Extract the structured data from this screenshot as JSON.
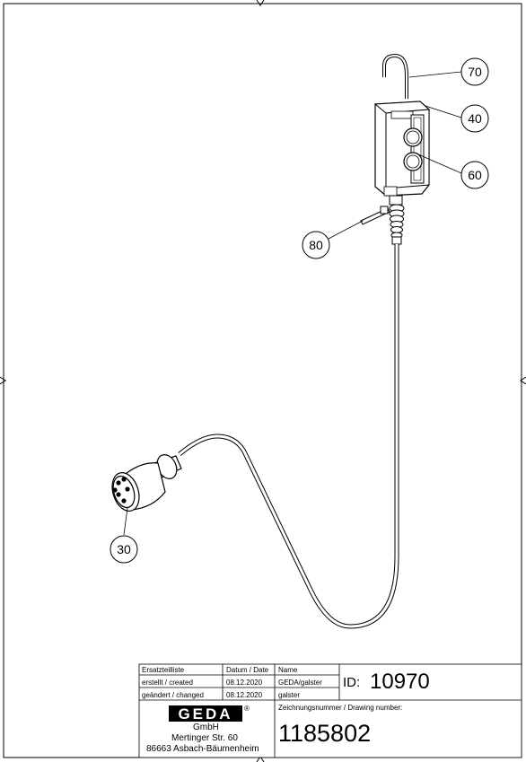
{
  "callouts": [
    {
      "label": "70"
    },
    {
      "label": "40"
    },
    {
      "label": "60"
    },
    {
      "label": "80"
    },
    {
      "label": "30"
    }
  ],
  "title_block": {
    "ersatzteilliste": "Ersatzteilliste",
    "datum_header": "Datum / Date",
    "name_header": "Name",
    "erstellt_label": "erstellt / created",
    "erstellt_date": "08.12.2020",
    "erstellt_name": "GEDA/galster",
    "geaendert_label": "geändert / changed",
    "geaendert_date": "08.12.2020",
    "geaendert_name": "galster",
    "id_label": "ID:",
    "id_value": "10970",
    "drawing_number_label": "Zeichnungsnummer / Drawing number:",
    "drawing_number": "1185802",
    "company_logo": "GEDA",
    "company_suffix": "GmbH",
    "company_street": "Mertinger Str. 60",
    "company_city": "86663 Asbach-Bäumenheim"
  }
}
